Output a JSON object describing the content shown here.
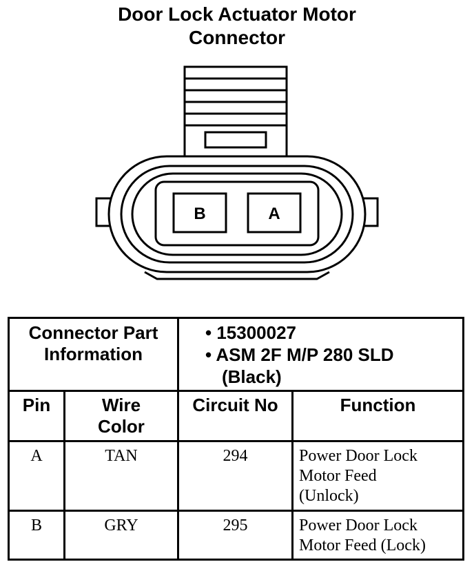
{
  "title": {
    "line1": "Door Lock Actuator Motor",
    "line2": "Connector"
  },
  "connector": {
    "cavities": [
      "B",
      "A"
    ]
  },
  "part_info": {
    "label_line1": "Connector Part",
    "label_line2": "Information",
    "items": [
      "15300027",
      "ASM 2F M/P 280 SLD",
      "(Black)"
    ]
  },
  "columns": {
    "pin": "Pin",
    "wire_color_line1": "Wire",
    "wire_color_line2": "Color",
    "circuit": "Circuit No",
    "function": "Function"
  },
  "rows": [
    {
      "pin": "A",
      "wire_color": "TAN",
      "circuit": "294",
      "function": [
        "Power Door Lock",
        "Motor Feed",
        "(Unlock)"
      ]
    },
    {
      "pin": "B",
      "wire_color": "GRY",
      "circuit": "295",
      "function": [
        "Power Door Lock",
        "Motor Feed (Lock)"
      ]
    }
  ]
}
